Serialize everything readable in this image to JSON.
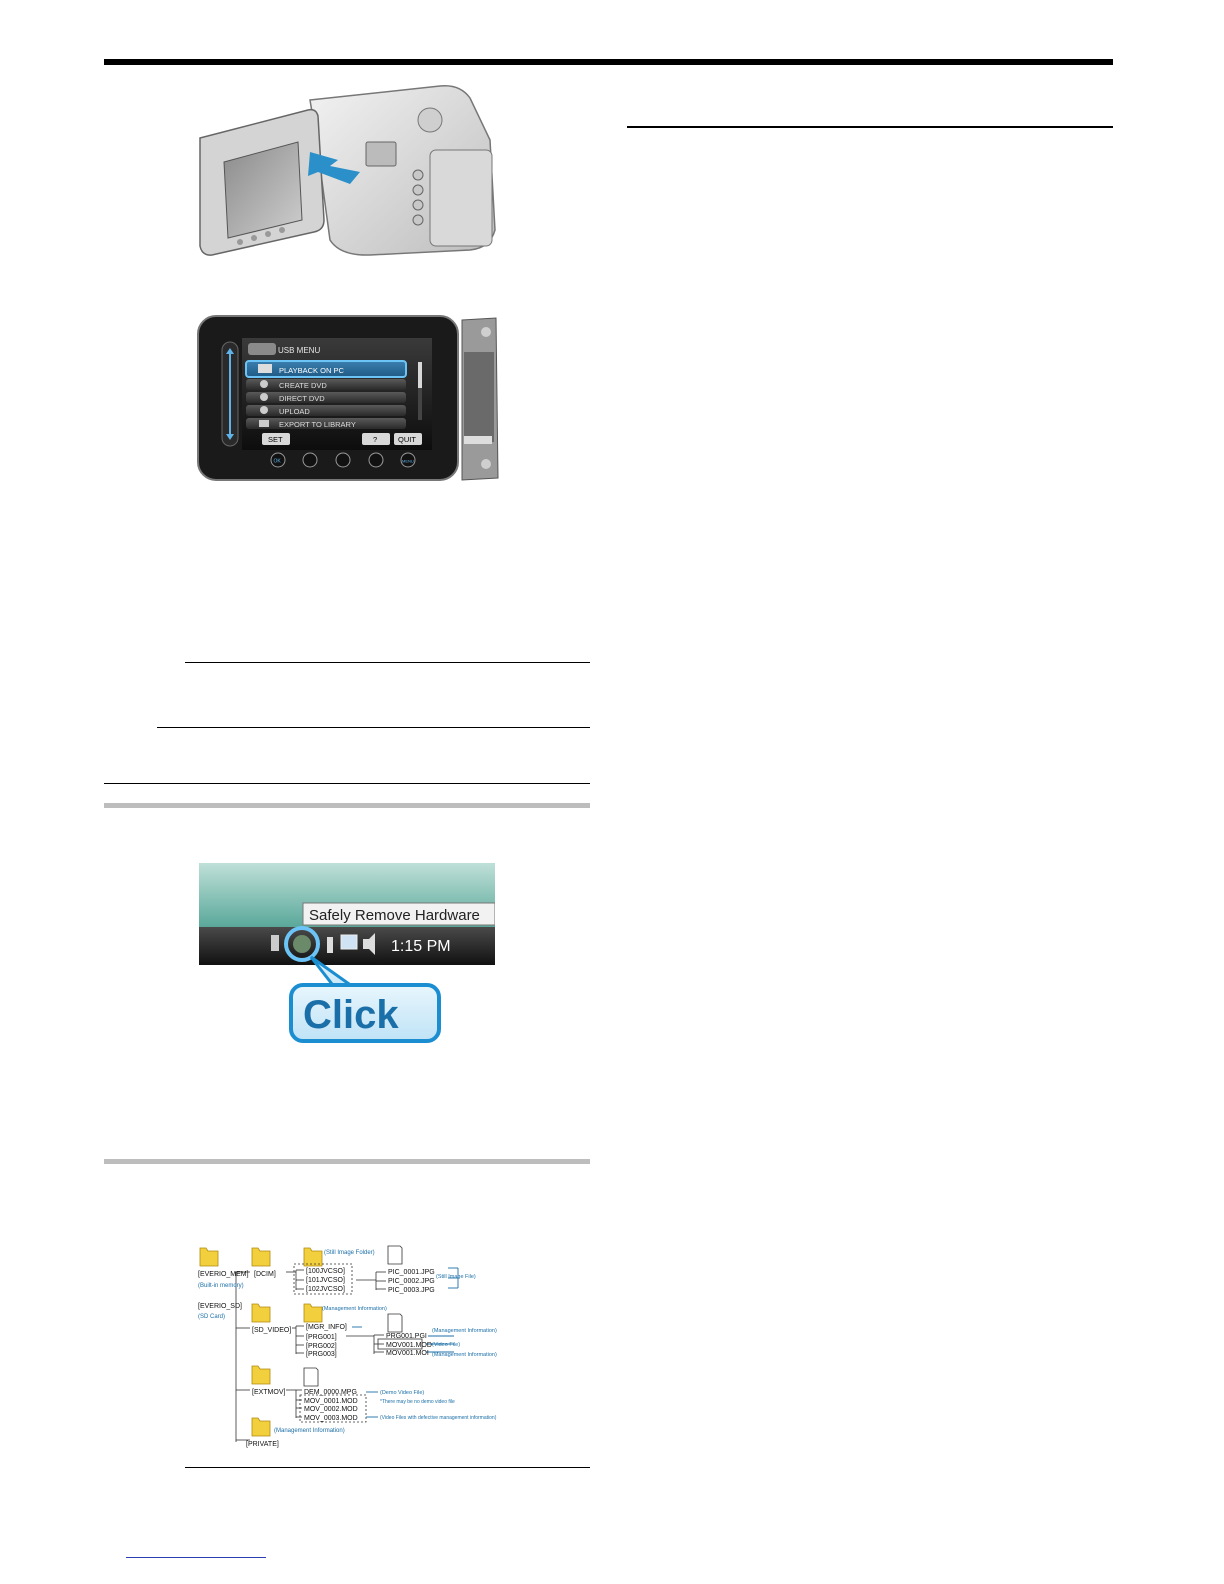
{
  "camcorder_menu": {
    "title": "USB MENU",
    "items": [
      "PLAYBACK ON PC",
      "CREATE DVD",
      "DIRECT DVD",
      "UPLOAD",
      "EXPORT TO LIBRARY"
    ],
    "selected_index": 0,
    "buttons": {
      "set": "SET",
      "help": "?",
      "quit": "QUIT"
    },
    "ok_label": "OK",
    "menu_label": "MENU"
  },
  "taskbar": {
    "tooltip": "Safely Remove Hardware",
    "clock": "1:15 PM",
    "callout": "Click"
  },
  "folder_tree": {
    "roots": [
      {
        "name": "[EVERIO_MEM]",
        "note": "(Built-in memory)"
      },
      {
        "name": "[EVERIO_SD]",
        "note": "(SD Card)"
      }
    ],
    "dcim": {
      "name": "[DCIM]",
      "label": "(Still Image Folder)",
      "folders": [
        "[100JVCSO]",
        "[101JVCSO]",
        "[102JVCSO]"
      ],
      "files": [
        "PIC_0001.JPG",
        "PIC_0002.JPG",
        "PIC_0003.JPG"
      ],
      "files_label": "(Still Image File)"
    },
    "sd_video": {
      "name": "[SD_VIDEO]",
      "mgr_label": "(Management Information)",
      "folders": [
        "[MGR_INFO]",
        "[PRG001]",
        "[PRG002]",
        "[PRG003]"
      ],
      "files": [
        "PRG001.PGI",
        "MOV001.MOD",
        "MOV001.MOI"
      ],
      "file_labels": [
        "(Management Information)",
        "(Video File)",
        "(Management Information)"
      ]
    },
    "extmov": {
      "name": "[EXTMOV]",
      "files": [
        "DEM_0000.MPG",
        "MOV_0001.MOD",
        "MOV_0002.MOD",
        "MOV_0003.MOD"
      ],
      "demo_label": "(Demo Video File)",
      "demo_note": "*There may be no demo video file",
      "defective_label": "(Video Files with defective management information)"
    },
    "private": {
      "name": "[PRIVATE]",
      "label": "(Management Information)"
    }
  }
}
